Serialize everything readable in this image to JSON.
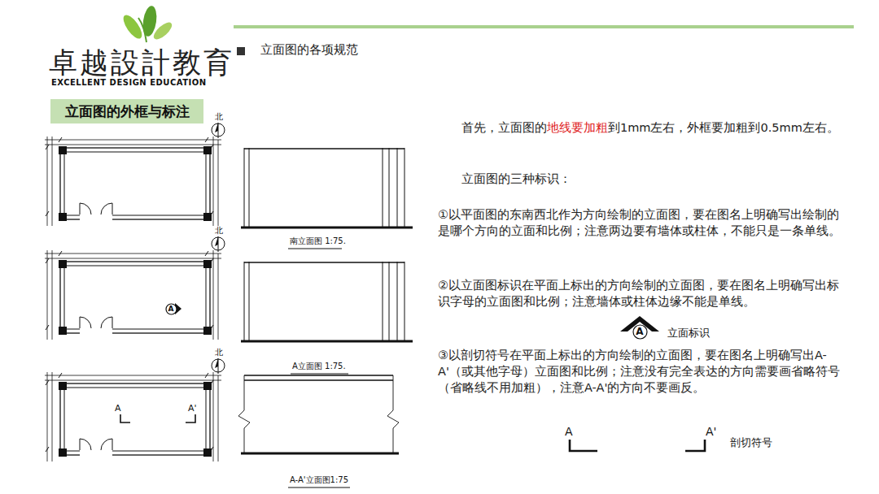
{
  "diagram": {
    "title": "立面图的各项规范",
    "nodes": [
      {
        "text": [
          "立面图的外框与标注"
        ]
      },
      {
        "text": [
          "A"
        ]
      },
      {
        "text": [
          "A"
        ]
      }
    ],
    "labels": [
      "卓越設計教育",
      "EXCELLENT DESIGN EDUCATION",
      "北",
      "北",
      "北",
      "A",
      "A'",
      "南立面图 1:75.",
      "A立面图 1:75.",
      "A-A'立面图1:75",
      "首先，立面图的",
      "地线要加粗",
      "到1mm左右，外框要加粗到0.5mm左右。",
      "立面图的三种标识：",
      "①以平面图的东南西北作为方向绘制的立面图，要在图名上明确写出绘制的是哪个方向的立面和比例；注意两边要有墙体或柱体，不能只是一条单线。",
      "②以立面图标识在平面上标出的方向绘制的立面图，要在图名上明确写出标识字母的立面图和比例；注意墙体或柱体边缘不能是单线。",
      "立面标识",
      "③以剖切符号在平面上标出的方向绘制的立面图，要在图名上明确写出A-A'（或其他字母）立面图和比例；注意没有完全表达的方向需要画省略符号（省略线不用加粗），注意A-A'的方向不要画反。",
      "A",
      "A'",
      "剖切符号"
    ]
  }
}
